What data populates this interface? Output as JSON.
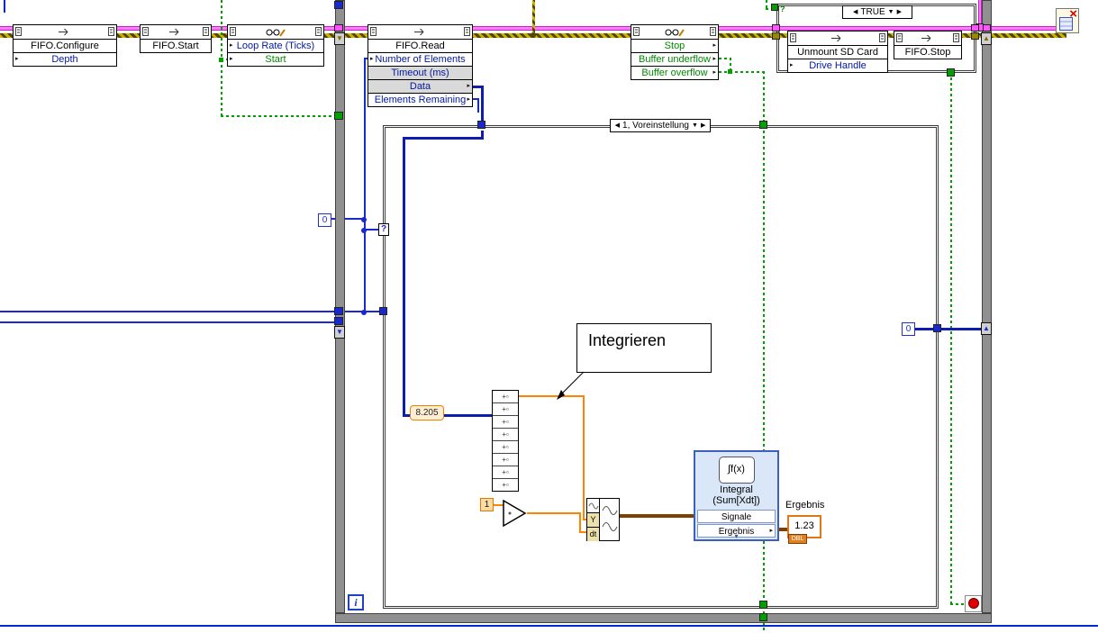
{
  "glyphs": {
    "input_marker": "▸",
    "output_marker": "▸",
    "left_arrow": "◀",
    "right_arrow": "▶",
    "down_arrow": "▼",
    "up_arrow": "▲",
    "expand_arrow": "▾",
    "array_cell": "+▫",
    "close_x": "×",
    "question": "?"
  },
  "colors": {
    "reference_wire": "#ff7aff",
    "error_wire": "#cdb100",
    "boolean_wire": "#00a000",
    "integer_wire": "#1a28d0",
    "float_wire": "#ff8200",
    "waveform_wire": "#7e4200"
  },
  "fifo_configure": {
    "title": "FIFO.Configure",
    "input": "Depth"
  },
  "fifo_start": {
    "title": "FIFO.Start"
  },
  "clock_props": {
    "row1": "Loop Rate (Ticks)",
    "row2": "Start"
  },
  "fifo_read": {
    "title": "FIFO.Read",
    "row1": "Number of Elements",
    "row2": "Timeout (ms)",
    "row3": "Data",
    "row4": "Elements Remaining"
  },
  "status_props": {
    "row1": "Stop",
    "row2": "Buffer underflow",
    "row3": "Buffer overflow"
  },
  "true_case": {
    "selector": "TRUE",
    "unmount_sd": {
      "title": "Unmount SD Card",
      "input": "Drive Handle"
    },
    "fifo_stop": {
      "title": "FIFO.Stop"
    }
  },
  "main_case": {
    "selector": "1, Voreinstellung"
  },
  "annotation": {
    "text": "Integrieren"
  },
  "constants": {
    "zero_left": "0",
    "zero_right": "0",
    "one": "1",
    "scale": "8.205"
  },
  "build_waveform": {
    "y": "Y",
    "dt": "dt"
  },
  "integral_vi": {
    "icon": "∫f(x)",
    "name_line1": "Integral",
    "name_line2": "(Sum[Xdt])",
    "input_row": "Signale",
    "output_row": "Ergebnis"
  },
  "result_indicator": {
    "label": "Ergebnis",
    "value": "1.23",
    "type": "DBL"
  },
  "loop": {
    "iteration": "i"
  }
}
